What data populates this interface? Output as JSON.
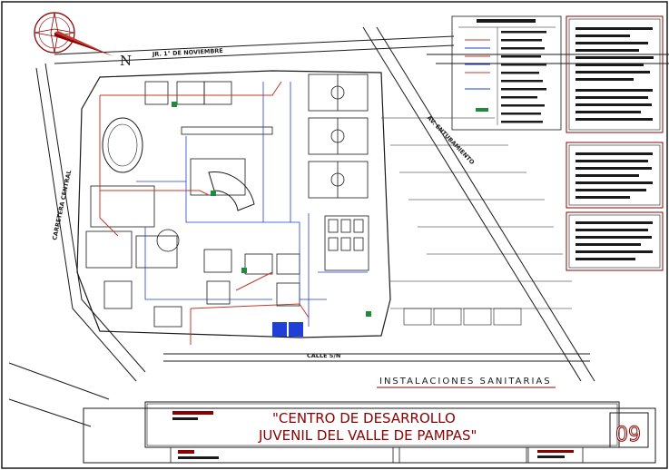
{
  "north_label": "N",
  "streets": {
    "top": "JR. 1° DE NOVIEMBRE",
    "left": "CARRETERA CENTRAL",
    "right": "AV. ENTUBAMIENTO",
    "bottom": "CALLE S/N"
  },
  "plan_subtitle": "INSTALACIONES SANITARIAS",
  "title_line1": "\"CENTRO DE DESARROLLO",
  "title_line2": "JUVENIL DEL VALLE DE PAMPAS\"",
  "sheet_number": "09",
  "colors": {
    "outline": "#1a1a1a",
    "accent_red": "#8b0000",
    "water_line": "#c0392b",
    "drain_line": "#1f3fd6",
    "green_detail": "#1e8a3c"
  }
}
